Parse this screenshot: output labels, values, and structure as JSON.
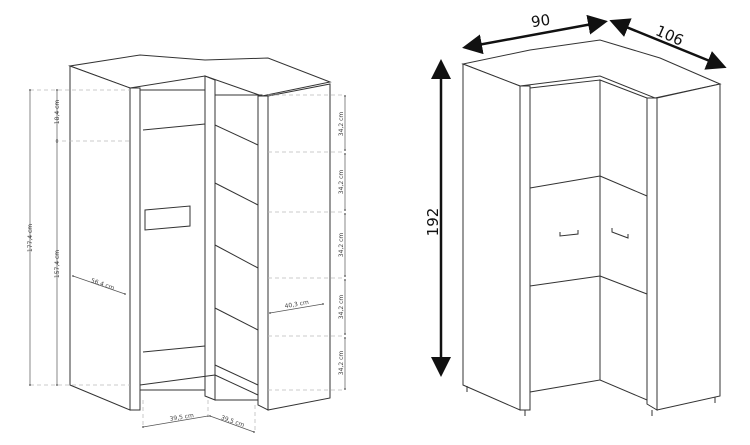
{
  "left_drawing": {
    "height_total": "177,4 cm",
    "height_top": "18,4 cm",
    "height_lower": "157,4 cm",
    "depth_left": "56,4 cm",
    "depth_right": "40,3 cm",
    "shelf_spacings": [
      "34,2 cm",
      "34,2 cm",
      "34,2 cm",
      "34,2 cm",
      "34,2 cm"
    ],
    "base_left": "39,5 cm",
    "base_right": "39,5 cm"
  },
  "right_drawing": {
    "width": "90",
    "depth": "106",
    "height": "192"
  }
}
